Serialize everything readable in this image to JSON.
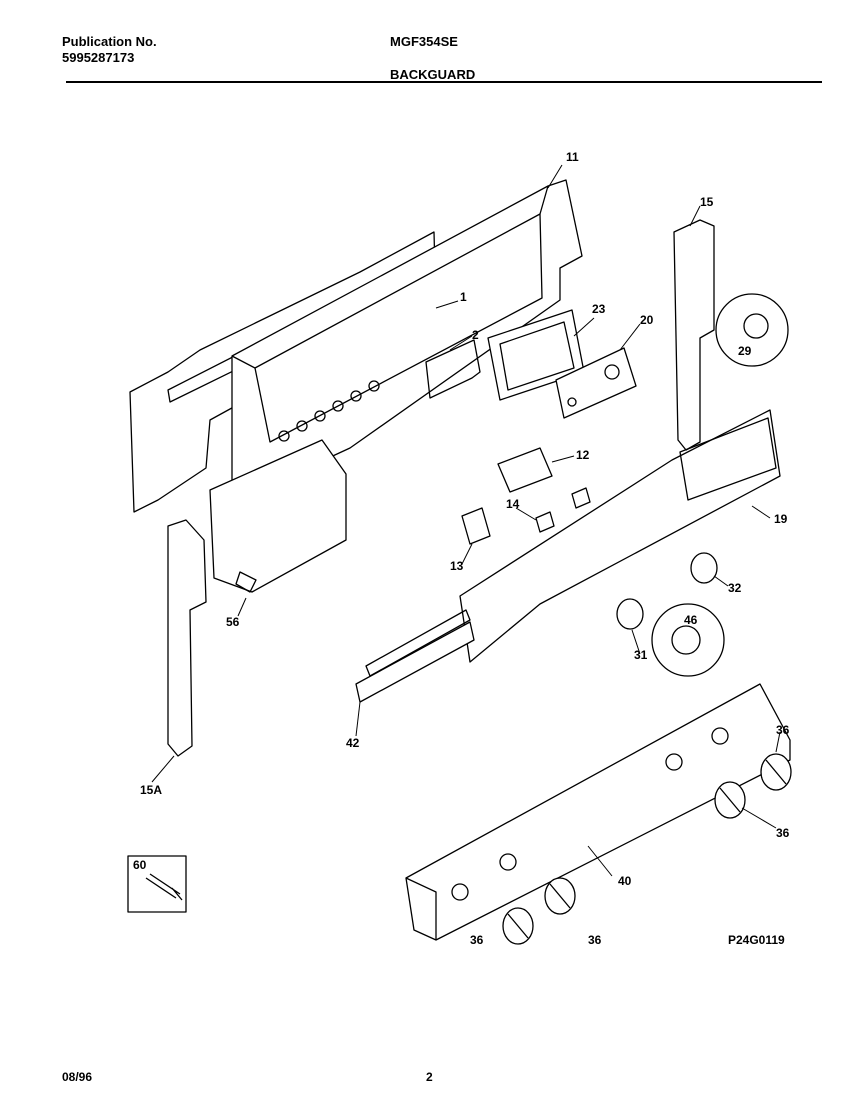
{
  "header": {
    "publication_label": "Publication No.",
    "publication_number": "5995287173",
    "model": "MGF354SE",
    "section": "BACKGUARD"
  },
  "footer": {
    "date": "08/96",
    "page": "2"
  },
  "diagram": {
    "figure_code": "P24G0119",
    "callouts": [
      "11",
      "15",
      "1",
      "2",
      "23",
      "20",
      "29",
      "12",
      "19",
      "14",
      "13",
      "32",
      "46",
      "31",
      "56",
      "42",
      "15A",
      "36",
      "36",
      "40",
      "36",
      "36",
      "36",
      "60"
    ]
  }
}
